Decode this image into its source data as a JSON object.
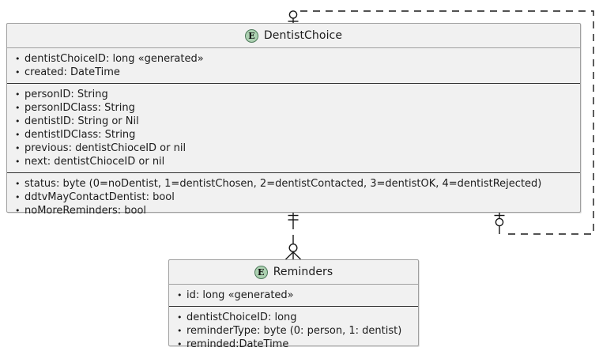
{
  "diagram": {
    "type": "uml-class-diagram",
    "background_color": "#ffffff",
    "classes": [
      {
        "name": "DentistChoice",
        "stereotype_icon": "E",
        "stereotype_meaning": "entity",
        "compartments": [
          {
            "attributes": [
              "dentistChoiceID: long «generated»",
              "created: DateTime"
            ]
          },
          {
            "attributes": [
              "personID: String",
              "personIDClass: String",
              "dentistID: String or Nil",
              "dentistIDClass: String",
              "previous: dentistChioceID or nil",
              "next: dentistChioceID or nil"
            ]
          },
          {
            "attributes": [
              "status: byte (0=noDentist, 1=dentistChosen, 2=dentistContacted, 3=dentistOK, 4=dentistRejected)",
              "ddtvMayContactDentist: bool",
              "noMoreReminders: bool"
            ]
          }
        ]
      },
      {
        "name": "Reminders",
        "stereotype_icon": "E",
        "stereotype_meaning": "entity",
        "compartments": [
          {
            "attributes": [
              "id: long «generated»"
            ]
          },
          {
            "attributes": [
              "dentistChoiceID: long",
              "reminderType: byte (0: person, 1: dentist)",
              "reminded:DateTime"
            ]
          }
        ]
      }
    ],
    "relationships": [
      {
        "id": "self-reference-previous-next",
        "from": "DentistChoice",
        "to": "DentistChoice",
        "line_style": "dashed",
        "from_cardinality": "zero-or-one",
        "to_cardinality": "zero-or-one"
      },
      {
        "id": "dentistchoice-to-reminders",
        "from": "DentistChoice",
        "to": "Reminders",
        "line_style": "dashed",
        "from_cardinality": "exactly-one",
        "to_cardinality": "zero-or-many"
      }
    ]
  },
  "colors": {
    "class_fill": "#f1f1f1",
    "class_border": "#a0a0a0",
    "compartment_divider": "#333333",
    "entity_badge_fill": "#add1b2",
    "entity_badge_border": "#4e7a5b",
    "text": "#1c1c1c",
    "edge": "#181818"
  }
}
